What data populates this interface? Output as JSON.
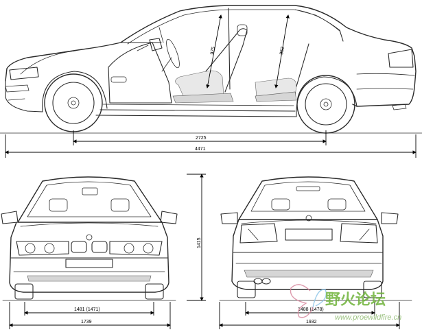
{
  "dimensions": {
    "wheelbase": "2725",
    "overall_length": "4471",
    "front_track": "1481 (1471)",
    "front_width": "1739",
    "height": "1415",
    "rear_track": "1488 (1478)",
    "rear_width": "1932",
    "front_headroom": "975",
    "rear_headroom": "952"
  },
  "watermark": {
    "title": "野火论坛",
    "url": "www.proewildfire.cn"
  },
  "colors": {
    "ink": "#2b2b2b",
    "dimension_line": "#000000",
    "watermark_green": "#7cc242",
    "watermark_text": "#6fb33a"
  }
}
